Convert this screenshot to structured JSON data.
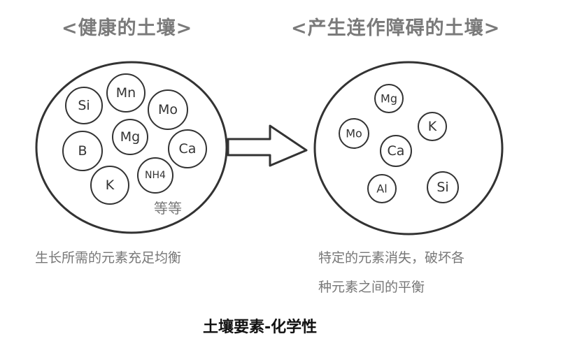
{
  "titles": {
    "healthy": "<健康的土壤>",
    "problem": "<产生连作障碍的土壤>"
  },
  "healthy_soil": {
    "elements": [
      "Si",
      "Mn",
      "Mo",
      "Mg",
      "B",
      "Ca",
      "K",
      "NH4"
    ],
    "etc_label": "等等",
    "caption": "生长所需的元素充足均衡"
  },
  "problem_soil": {
    "elements": [
      "Mg",
      "Mo",
      "K",
      "Ca",
      "Al",
      "Si"
    ],
    "caption_line1": "特定的元素消失，破坏各",
    "caption_line2": "种元素之间的平衡"
  },
  "footer": {
    "title": "土壤要素-化学性"
  }
}
